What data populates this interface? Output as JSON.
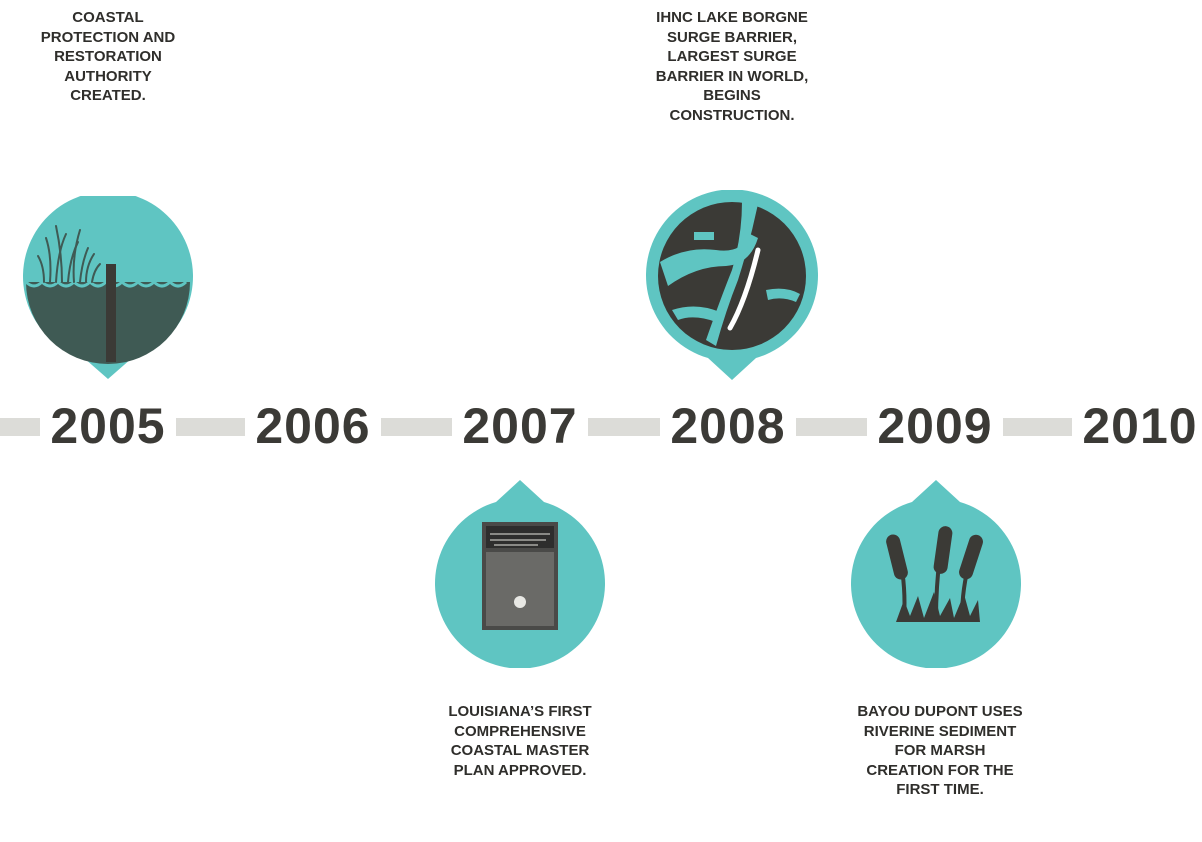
{
  "colors": {
    "accent": "#5fc5c2",
    "dark": "#3b3a36",
    "band": "#dcdcd8"
  },
  "timeline": {
    "years": [
      "2005",
      "2006",
      "2007",
      "2008",
      "2009",
      "2010"
    ]
  },
  "events": [
    {
      "year": "2005",
      "icon": "marsh-levee-icon",
      "text": "COASTAL PROTECTION AND RESTORATION AUTHORITY CREATED."
    },
    {
      "year": "2007",
      "icon": "master-plan-cover-icon",
      "text": "LOUISIANA’S FIRST COMPREHENSIVE COASTAL MASTER PLAN APPROVED."
    },
    {
      "year": "2008",
      "icon": "surge-barrier-map-icon",
      "text": "IHNC LAKE BORGNE SURGE BARRIER, LARGEST SURGE BARRIER IN WORLD, BEGINS CONSTRUCTION."
    },
    {
      "year": "2009",
      "icon": "cattails-icon",
      "text": "BAYOU DUPONT USES RIVERINE SEDIMENT FOR MARSH CREATION FOR THE FIRST TIME."
    }
  ]
}
